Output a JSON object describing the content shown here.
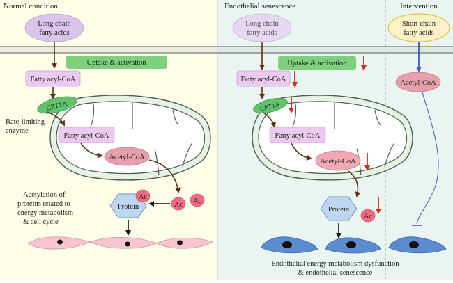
{
  "panels": {
    "normal": {
      "title": "Normal condition",
      "bg": "#fefde8",
      "lcfa": [
        "Long chain",
        "fatty acids"
      ],
      "uptake": "Uptake & activation",
      "fac_out": "Fatty acyl-CoA",
      "cpt1a": "CPT1A",
      "rate_limiting": [
        "Rate-limiting",
        "enzyme"
      ],
      "fac_in": "Fatty acyl-CoA",
      "acetyl": "Acetyl-CoA",
      "acetylation": [
        "Acetylation of",
        "proteins related to",
        "energy metabolism",
        "& cell cycle"
      ],
      "protein": "Protein",
      "ac": "Ac"
    },
    "senescence": {
      "title": "Endothelial senescence",
      "bg": "#eaf5f1",
      "lcfa": [
        "Long chain",
        "fatty acids"
      ],
      "uptake": "Uptake & activation",
      "fac_out": "Fatty acyl-CoA",
      "cpt1a": "CPT1A",
      "fac_in": "Fatty acyl-CoA",
      "acetyl": "Acetyl-CoA",
      "protein": "Protein",
      "ac": "Ac",
      "caption": [
        "Endothelial energy metabolism dysfunction",
        "& endothelial senescence"
      ]
    },
    "intervention": {
      "title": "Intervention",
      "scfa": [
        "Short chain",
        "fatty acids"
      ],
      "acetyl": "Acetyl-CoA"
    }
  },
  "colors": {
    "down_arrow": "#d9271c",
    "arrow_brown": "#5a3212",
    "blue_line": "#3f58c4",
    "uptake_green": "#7ed07e",
    "cpt1a_green": "#5fc46c",
    "lcfa_purple": "#dbc4ec",
    "fac_purple": "#ecc9f0",
    "acetyl_pink": "#e6a0ac",
    "ac_pink": "#f06b82",
    "protein_blue": "#bfd6ef",
    "cell_pink": "#f7c4cf",
    "cell_blue": "#5d8bd0",
    "scfa_yellow": "#fdf1c7",
    "mito_green": "#e4f3e4"
  },
  "icons": [
    "down-arrow-icon",
    "inhibition-tbar-icon",
    "mitochondrion-icon",
    "cell-icon"
  ]
}
